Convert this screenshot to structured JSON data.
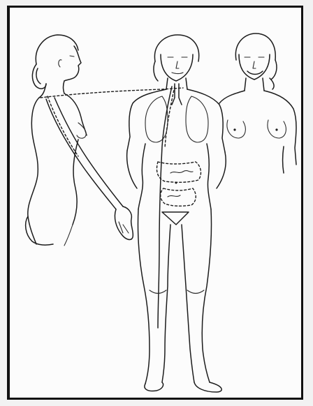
{
  "illustration": {
    "figures": [
      "side-view-figure",
      "front-standing-figure",
      "bust-figure"
    ],
    "colors": {
      "ink": "#1c1c1c",
      "paper": "#fcfcfc",
      "border": "#111111"
    }
  }
}
